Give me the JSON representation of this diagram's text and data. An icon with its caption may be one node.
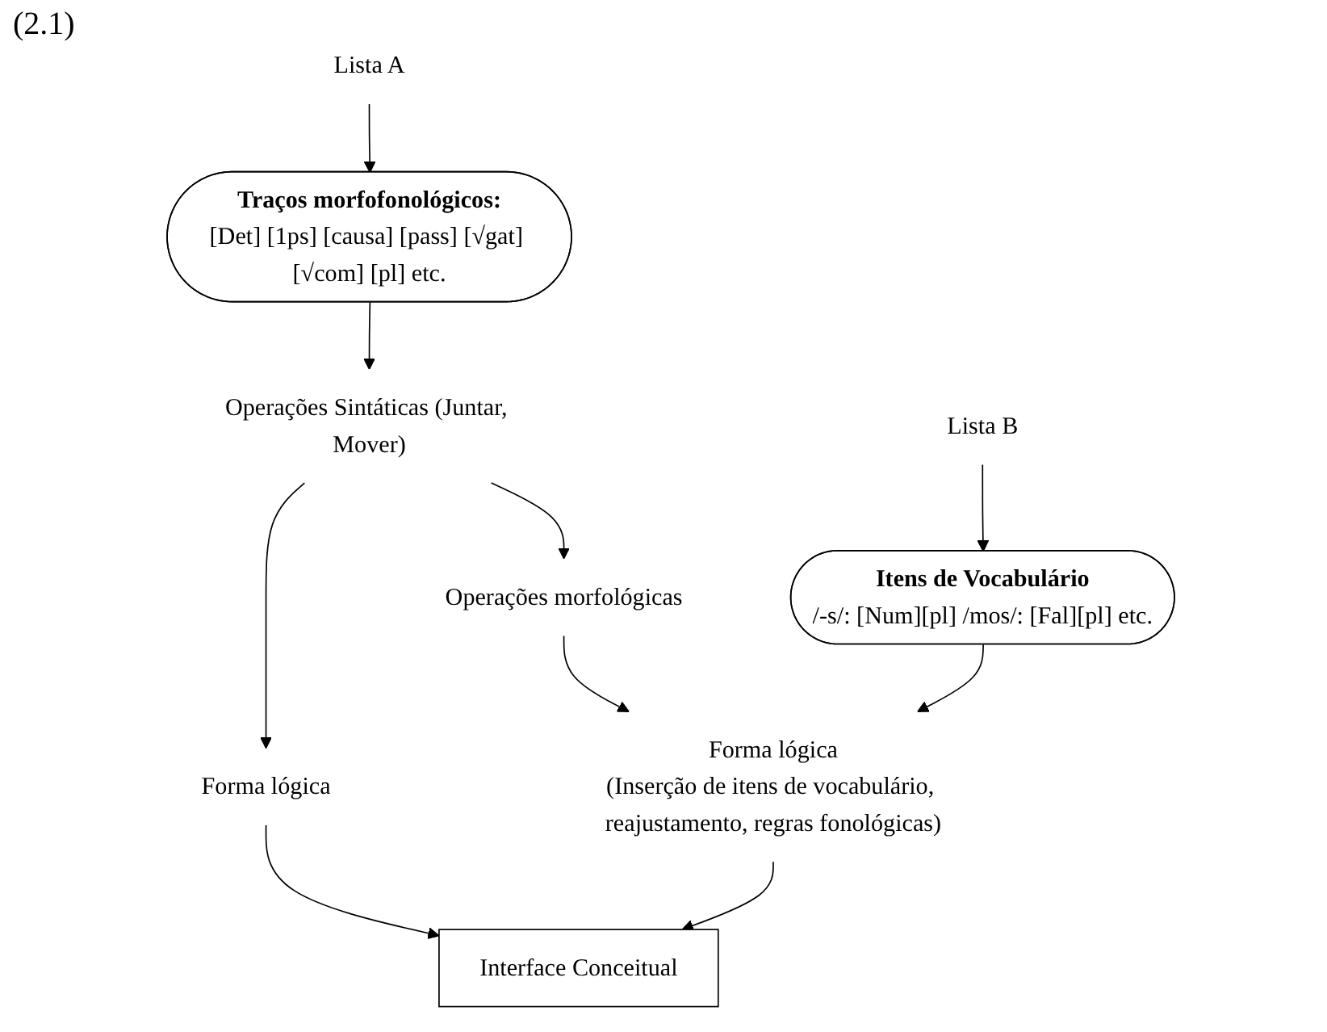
{
  "diagram": {
    "nodes": [
      {
        "text": [
          "Lista A"
        ]
      },
      {
        "text": [
          "Traços morfofonológicos:",
          "[Det] [1ps] [causa] [pass] [√gat] [√com] [pl] etc."
        ]
      },
      {
        "text": [
          "Operações Sintáticas (Juntar, Mover)"
        ]
      },
      {
        "text": [
          "Operações morfológicas"
        ]
      },
      {
        "text": [
          "Forma lógica"
        ]
      },
      {
        "text": [
          "Forma lógica",
          "(Inserção de itens de vocabulário, reajustamento, regras fonológicas)"
        ]
      },
      {
        "text": [
          "Interface Conceitual"
        ]
      },
      {
        "text": [
          "Lista B"
        ]
      },
      {
        "text": [
          "Itens de Vocabulário",
          "/-s/: [Num][pl] /mos/: [Fal][pl] etc."
        ]
      }
    ],
    "edges": [
      {
        "from": 0,
        "to": 1,
        "arrow": "to"
      },
      {
        "from": 1,
        "to": 2,
        "arrow": "to"
      },
      {
        "from": 2,
        "to": 3,
        "arrow": "to"
      },
      {
        "from": 2,
        "to": 4,
        "arrow": "to"
      },
      {
        "from": 3,
        "to": 5,
        "arrow": "to"
      },
      {
        "from": 4,
        "to": 6,
        "arrow": "to"
      },
      {
        "from": 5,
        "to": 6,
        "arrow": "to"
      },
      {
        "from": 8,
        "to": 5,
        "arrow": "to"
      },
      {
        "from": 7,
        "to": 8,
        "arrow": "to"
      }
    ],
    "labels": [
      "(2.1)"
    ]
  }
}
